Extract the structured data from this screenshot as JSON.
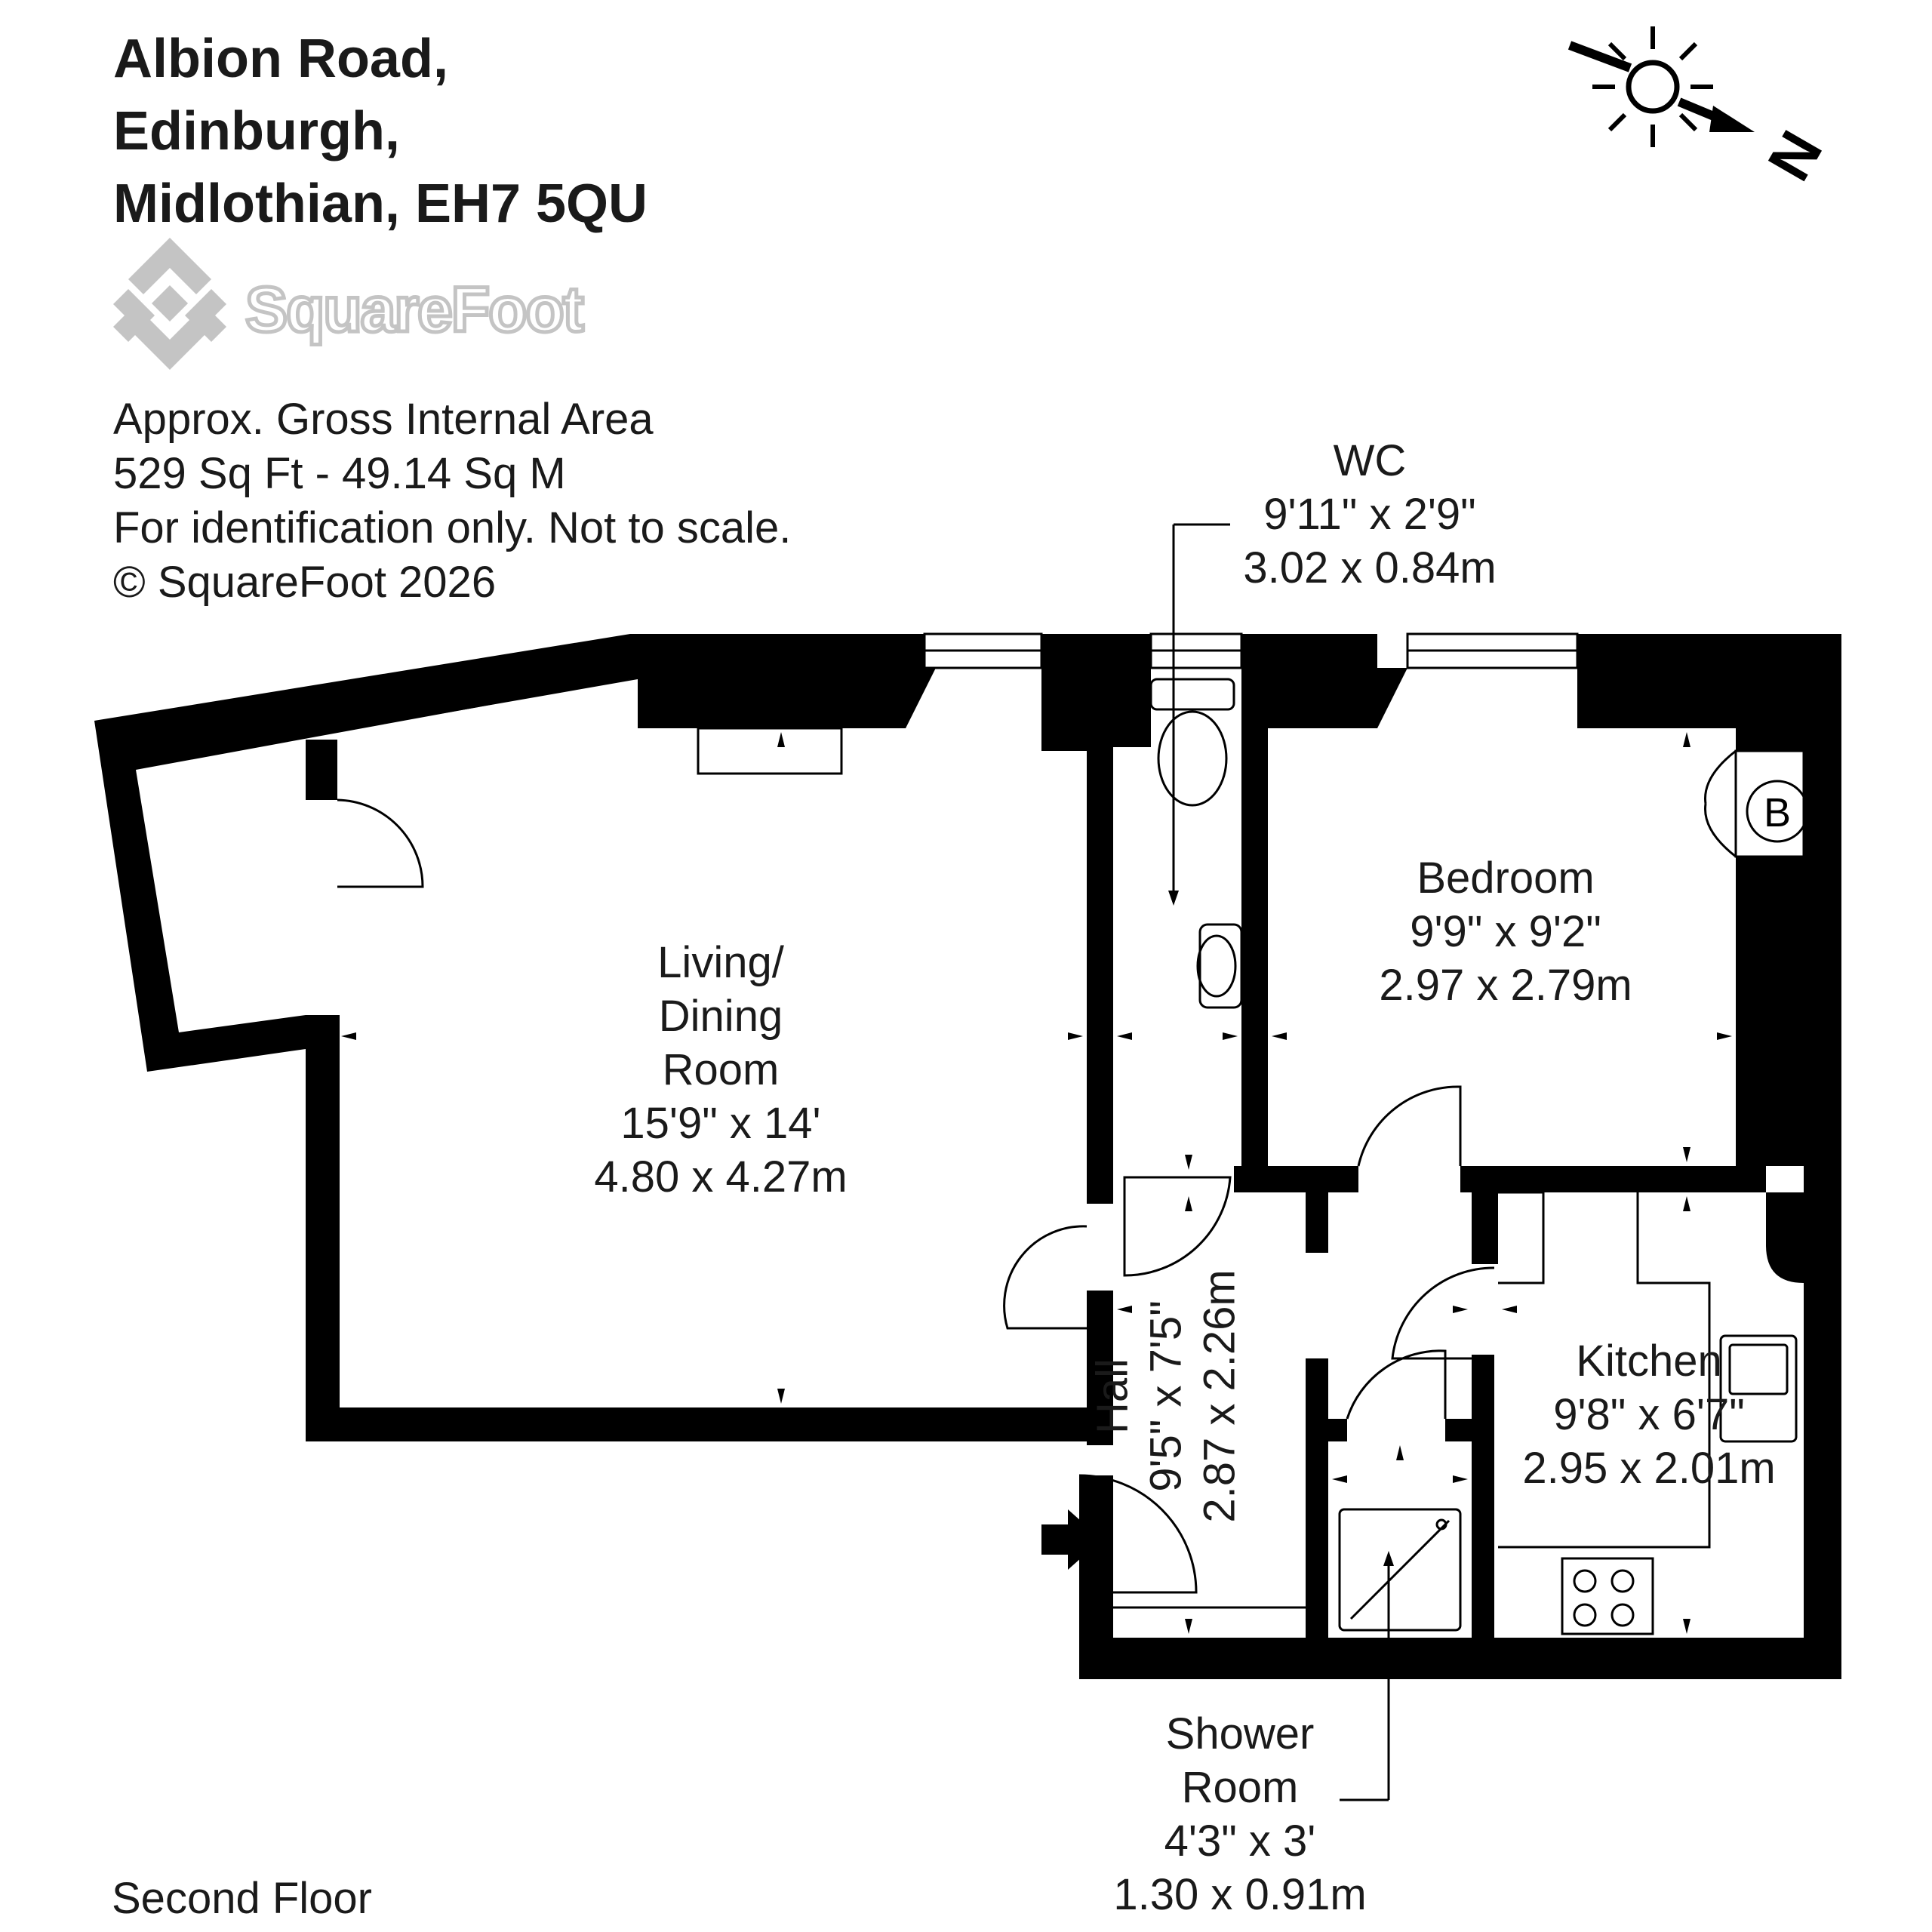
{
  "header": {
    "address_line1": "Albion Road,",
    "address_line2": "Edinburgh,",
    "address_line3": "Midlothian, EH7 5QU"
  },
  "logo": {
    "text": "SquareFoot",
    "icon": "squarefoot-logo-icon"
  },
  "info": {
    "line1": "Approx. Gross Internal Area",
    "line2": "529 Sq Ft  -  49.14 Sq M",
    "line3": "For identification only. Not to scale.",
    "line4": "© SquareFoot 2026"
  },
  "compass": {
    "label": "N",
    "icon": "sun-compass-icon"
  },
  "rooms": {
    "wc": {
      "name": "WC",
      "imperial": "9'11\" x 2'9\"",
      "metric": "3.02 x 0.84m"
    },
    "living": {
      "name1": "Living/",
      "name2": "Dining",
      "name3": "Room",
      "imperial": "15'9\" x 14'",
      "metric": "4.80 x 4.27m"
    },
    "bedroom": {
      "name": "Bedroom",
      "imperial": "9'9\" x 9'2\"",
      "metric": "2.97 x 2.79m"
    },
    "hall": {
      "name": "Hall",
      "imperial": "9'5\" x 7'5\"",
      "metric": "2.87 x 2.26m"
    },
    "kitchen": {
      "name": "Kitchen",
      "imperial": "9'8\" x 6'7\"",
      "metric": "2.95 x 2.01m"
    },
    "shower": {
      "name1": "Shower",
      "name2": "Room",
      "imperial": "4'3\" x 3'",
      "metric": "1.30 x 0.91m"
    }
  },
  "boiler_label": "B",
  "floor_label": "Second Floor",
  "colors": {
    "wall": "#000000",
    "logo_grey": "#c4c4c4",
    "text": "#1a1a1a"
  }
}
